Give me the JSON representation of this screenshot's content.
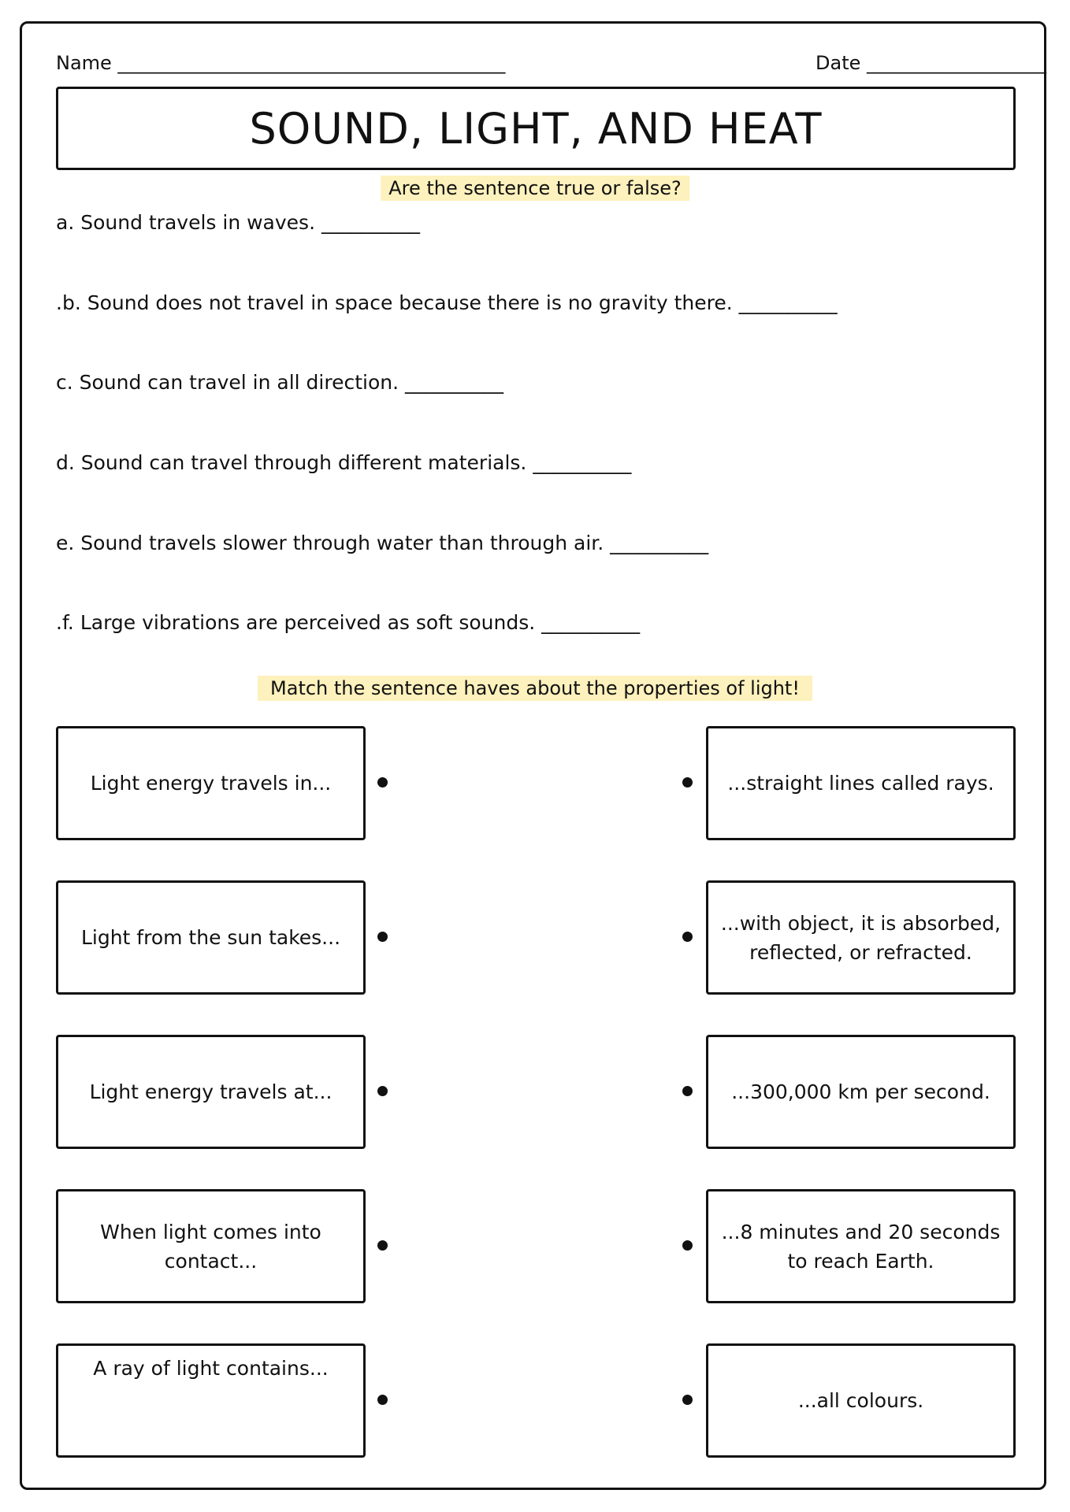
{
  "header": {
    "name_label": "Name _________________________________________",
    "date_label": "Date ___________________"
  },
  "title": "SOUND, LIGHT, AND HEAT",
  "true_false": {
    "instruction": "Are the sentence true or false?",
    "questions": [
      "a. Sound travels in waves. __________",
      ".b. Sound does not travel in space because there is no gravity there. __________",
      "c. Sound can travel in all direction. __________",
      "d. Sound can travel through different materials. __________",
      "e. Sound travels slower through water than through air. __________",
      ".f. Large vibrations are perceived as soft sounds. __________"
    ]
  },
  "matching": {
    "instruction": "Match the sentence haves about the properties of light!",
    "left": [
      "Light energy travels in...",
      "Light from the sun takes...",
      "Light energy travels at...",
      "When light comes into contact...",
      "A ray of light contains..."
    ],
    "right": [
      "...straight lines called rays.",
      "...with object, it is absorbed, reflected, or refracted.",
      "...300,000 km per second.",
      "...8 minutes and 20 seconds to reach Earth.",
      "...all colours."
    ]
  },
  "colors": {
    "highlight": "#fdf1bd",
    "ink": "#111111"
  }
}
